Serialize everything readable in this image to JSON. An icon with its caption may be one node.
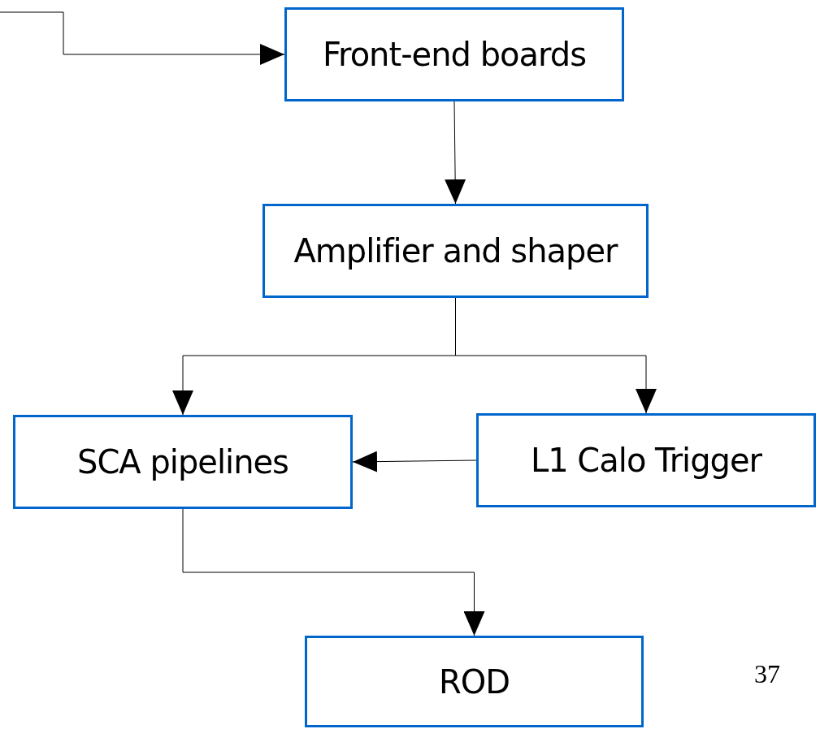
{
  "diagram": {
    "nodes": [
      {
        "text": [
          "Front-end boards"
        ]
      },
      {
        "text": [
          "Amplifier and shaper"
        ]
      },
      {
        "text": [
          "SCA pipelines"
        ]
      },
      {
        "text": [
          "L1 Calo Trigger"
        ]
      },
      {
        "text": [
          "ROD"
        ]
      }
    ],
    "edges": [
      {
        "from": null,
        "to": 0,
        "arrow": "to"
      },
      {
        "from": 0,
        "to": 1,
        "arrow": "to"
      },
      {
        "from": 1,
        "to": 2,
        "arrow": "to"
      },
      {
        "from": 1,
        "to": 3,
        "arrow": "to"
      },
      {
        "from": 3,
        "to": 2,
        "arrow": "to"
      },
      {
        "from": 2,
        "to": 4,
        "arrow": "to"
      }
    ],
    "labels": [
      "37"
    ]
  }
}
